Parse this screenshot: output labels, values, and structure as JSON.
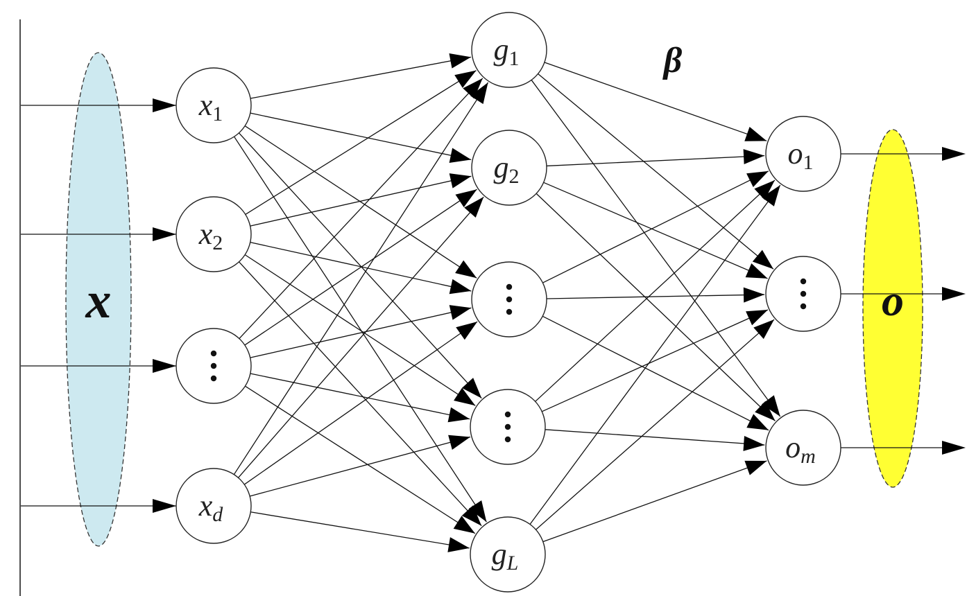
{
  "colors": {
    "input_group_fill": "#cde9f0",
    "output_group_fill": "#ffff33",
    "stroke": "#222222"
  },
  "groups": {
    "input": {
      "label": "x"
    },
    "output": {
      "label": "o"
    },
    "weights": {
      "label": "β"
    }
  },
  "input_layer": [
    {
      "base": "x",
      "sub": "1"
    },
    {
      "base": "x",
      "sub": "2"
    },
    {
      "base": "",
      "sub": "",
      "ellipsis": true
    },
    {
      "base": "x",
      "sub": "d"
    }
  ],
  "hidden_layer": [
    {
      "base": "g",
      "sub": "1"
    },
    {
      "base": "g",
      "sub": "2"
    },
    {
      "base": "",
      "sub": "",
      "ellipsis": true
    },
    {
      "base": "",
      "sub": "",
      "ellipsis": true
    },
    {
      "base": "g",
      "sub": "L"
    }
  ],
  "output_layer": [
    {
      "base": "o",
      "sub": "1"
    },
    {
      "base": "",
      "sub": "",
      "ellipsis": true
    },
    {
      "base": "o",
      "sub": "m"
    }
  ]
}
